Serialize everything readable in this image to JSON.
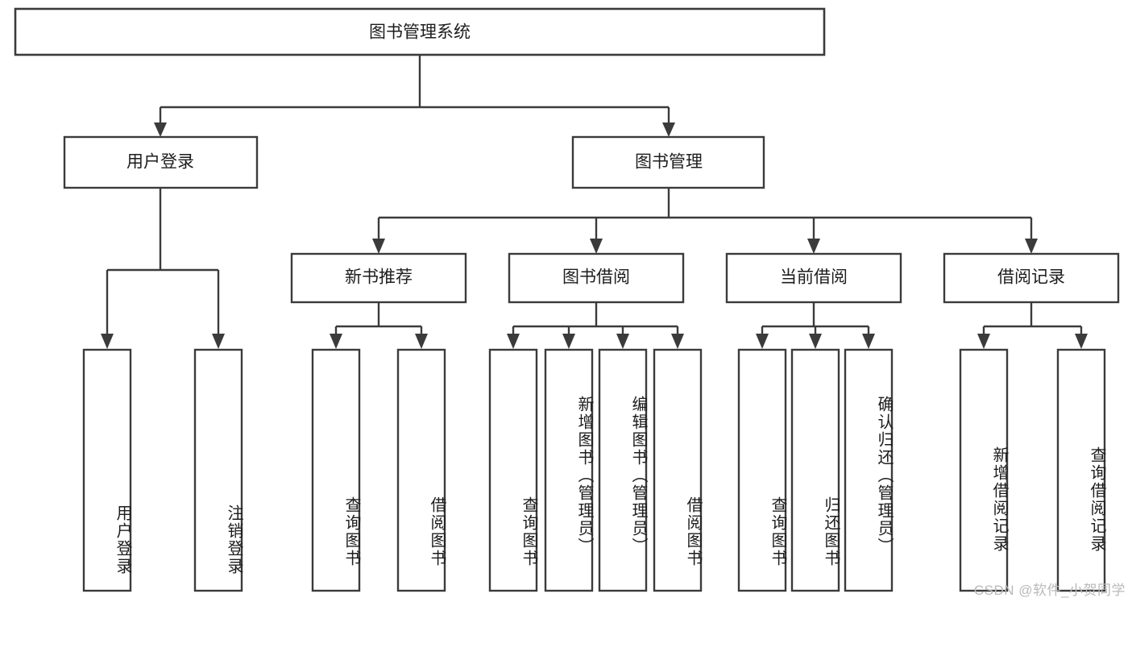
{
  "diagram": {
    "type": "tree",
    "title": "图书管理系统",
    "root": {
      "label": "图书管理系统"
    },
    "level1": [
      {
        "label": "用户登录"
      },
      {
        "label": "图书管理"
      }
    ],
    "level2": [
      {
        "label": "新书推荐",
        "parent": "图书管理"
      },
      {
        "label": "图书借阅",
        "parent": "图书管理"
      },
      {
        "label": "当前借阅",
        "parent": "图书管理"
      },
      {
        "label": "借阅记录",
        "parent": "图书管理"
      }
    ],
    "leaves": {
      "user_login": [
        {
          "label": "用户登录"
        },
        {
          "label": "注销登录"
        }
      ],
      "new_book_recommend": [
        {
          "label": "查询图书"
        },
        {
          "label": "借阅图书"
        }
      ],
      "book_borrow": [
        {
          "label": "查询图书"
        },
        {
          "label": "新增图书（管理员）"
        },
        {
          "label": "编辑图书（管理员）"
        },
        {
          "label": "借阅图书"
        }
      ],
      "current_borrow": [
        {
          "label": "查询图书"
        },
        {
          "label": "归还图书"
        },
        {
          "label": "确认归还（管理员）"
        }
      ],
      "borrow_record": [
        {
          "label": "新增借阅记录"
        },
        {
          "label": "查询借阅记录"
        }
      ]
    }
  },
  "colors": {
    "stroke": "#3b3b3b",
    "fill": "#ffffff",
    "text": "#1d1d1d",
    "watermark": "#b9b9b9"
  },
  "watermark": {
    "text": "CSDN @软件_小贺同学"
  }
}
